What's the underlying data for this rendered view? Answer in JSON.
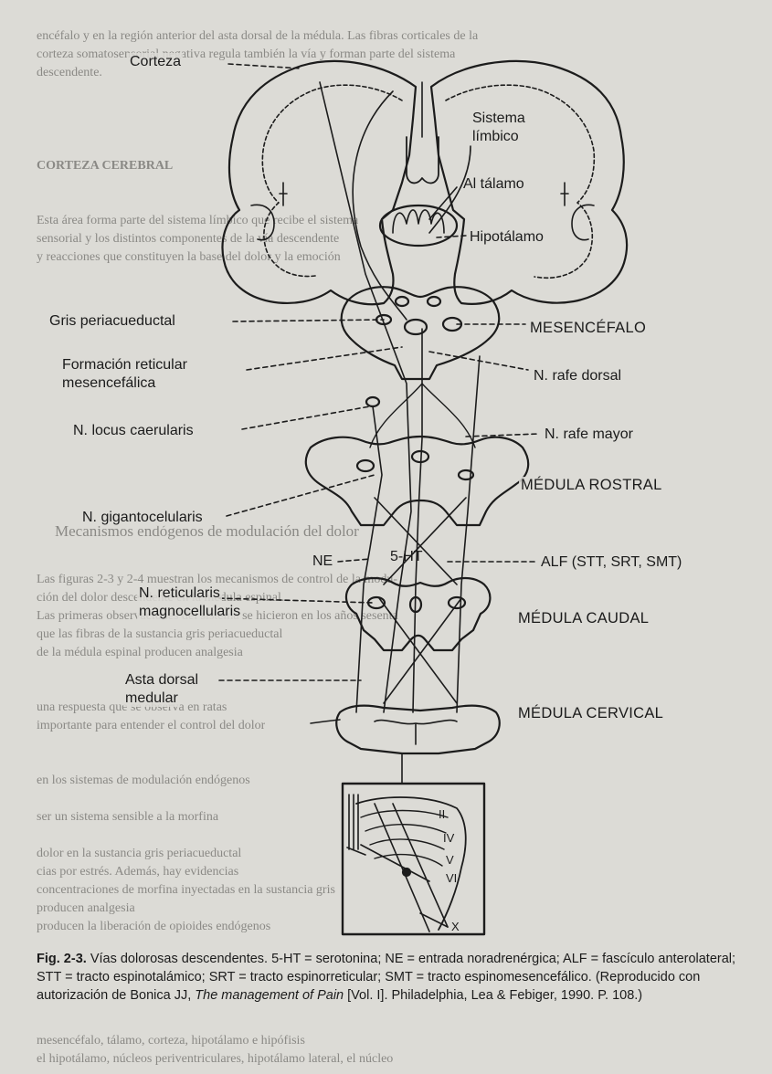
{
  "labels": {
    "corteza": "Corteza",
    "sistema_limbico_1": "Sistema",
    "sistema_limbico_2": "límbico",
    "al_talamo": "Al tálamo",
    "hipotalamo": "Hipotálamo",
    "gris_periacueductal": "Gris periacueductal",
    "mesencefalo": "MESENCÉFALO",
    "formacion_reticular_1": "Formación reticular",
    "formacion_reticular_2": "mesencefálica",
    "n_rafe_dorsal": "N. rafe dorsal",
    "n_locus_caerularis": "N. locus caerularis",
    "n_rafe_mayor": "N. rafe mayor",
    "medula_rostral": "MÉDULA ROSTRAL",
    "n_gigantocelularis": "N. gigantocelularis",
    "ne": "NE",
    "five_ht": "5-HT",
    "alf": "ALF (STT, SRT, SMT)",
    "n_reticularis_1": "N. reticularis",
    "n_reticularis_2": "magnocellularis",
    "medula_caudal": "MÉDULA CAUDAL",
    "asta_dorsal_1": "Asta dorsal",
    "asta_dorsal_2": "medular",
    "medula_cervical": "MÉDULA CERVICAL",
    "lamina_ii": "II",
    "lamina_iv": "IV",
    "lamina_v": "V",
    "lamina_vi": "VI",
    "lamina_x": "X"
  },
  "caption": {
    "fig": "Fig. 2-3.",
    "text1": " Vías dolorosas descendentes. 5-HT = serotonina; NE = entrada noradrenérgica; ALF = fascículo anterolateral; STT = tracto espinotalámico; SRT = tracto espinorreticular; SMT = tracto espinomesencefálico. (Reproducido con autorización de Bonica JJ, ",
    "book": "The management of Pain",
    "text2": " [Vol. I]. Philadelphia, Lea & Febiger, 1990. P. 108.)"
  },
  "bleed_text": {
    "top1": "encéfalo y en la región anterior del asta dorsal de la médula. Las fibras corticales de la",
    "top2": "corteza somatosensorial negativa regula también la vía y forman parte del sistema",
    "top3": "descendente.",
    "heading": "CORTEZA CEREBRAL",
    "p1": "Esta área forma parte del sistema límbico que recibe el sistema",
    "p2": "sensorial y los distintos componentes de la vía descendente",
    "p3": "y reacciones que constituyen la base del dolor y la emoción",
    "mid_heading": "Mecanismos endógenos de modulación del dolor",
    "b1": "Las figuras 2-3 y 2-4 muestran los mecanismos de control de la modu-",
    "b2": "ción del dolor descendente en la médula espinal.",
    "b3": "Las primeras observaciones del sistema se hicieron en los años sesenta",
    "b4": "que las fibras de la sustancia gris periacueductal",
    "b5": "de la médula espinal producen analgesia",
    "b6": "una respuesta que se observa en ratas",
    "b7": "importante para entender el control del dolor",
    "b8": "en los sistemas de modulación endógenos",
    "b9": "ser un sistema sensible a la morfina",
    "b10": "dolor en la sustancia gris periacueductal",
    "b11": "cias por estrés. Además, hay evidencias",
    "b12": "concentraciones de morfina inyectadas en la sustancia gris",
    "b13": "producen analgesia",
    "b14": "producen la liberación de opioides endógenos",
    "bottom1": "mesencéfalo, tálamo, corteza, hipotálamo e hipófisis",
    "bottom2": "el hipotálamo, núcleos periventriculares, hipotálamo lateral, el núcleo"
  }
}
